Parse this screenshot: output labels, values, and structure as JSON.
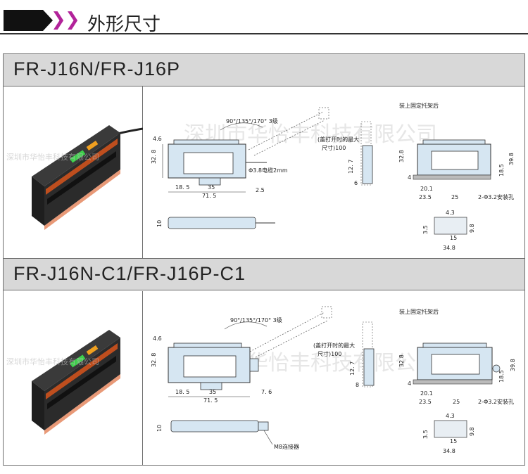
{
  "header": {
    "title": "外形尺寸",
    "chevrons": [
      "❯",
      "❯"
    ]
  },
  "products": [
    {
      "name": "FR-J16N/FR-J16P",
      "drawing": {
        "angle_note": "90°/135°/170° 3级",
        "cover_note_line1": "(盖打开时的最大",
        "cover_note_line2": "尺寸)100",
        "bracket_title": "装上固定托架后",
        "cable_note": "Φ3.8电缆2mm",
        "hole_note": "2-Φ3.2安装孔",
        "dims": {
          "top_4_6": "4.6",
          "left_32_8": "32. 8",
          "d_18_5": "18. 5",
          "d_35": "35",
          "d_71_5": "71. 5",
          "d_2_5": "2.5",
          "d_12_7": "12. 7",
          "d_6": "6",
          "side_10": "10",
          "r_32_8": "32.8",
          "r_18_5": "18.5",
          "r_39_8": "39.8",
          "r_4": "4",
          "r_20_1": "20.1",
          "r_23_5": "23.5",
          "r_25": "25",
          "b_4_3": "4.3",
          "b_3_5": "3.5",
          "b_9_8": "9.8",
          "b_15": "15",
          "b_34_8": "34.8"
        }
      },
      "watermark": "深圳市华怡丰科技有限公司"
    },
    {
      "name": "FR-J16N-C1/FR-J16P-C1",
      "drawing": {
        "angle_note": "90°/135°/170° 3级",
        "cover_note_line1": "(盖打开时的最大",
        "cover_note_line2": "尺寸)100",
        "bracket_title": "装上固定托架后",
        "connector_note": "M8连接器",
        "hole_note": "2-Φ3.2安装孔",
        "dims": {
          "top_4_6": "4.6",
          "left_32_8": "32. 8",
          "d_18_5": "18. 5",
          "d_35": "35",
          "d_71_5": "71. 5",
          "d_7_6": "7. 6",
          "d_12_7": "12. 7",
          "d_8": "8",
          "side_10": "10",
          "r_32_8": "32.8",
          "r_18_5": "18.5",
          "r_39_8": "39.8",
          "r_4": "4",
          "r_20_1": "20.1",
          "r_23_5": "23.5",
          "r_25": "25",
          "b_4_3": "4.3",
          "b_3_5": "3.5",
          "b_9_8": "9.8",
          "b_15": "15",
          "b_34_8": "34.8"
        }
      },
      "watermark": "深圳市华怡丰科技有限公司"
    }
  ],
  "colors": {
    "accent_chevron": "#b2239a",
    "row_title_bg": "#d8d8d8",
    "sensor_body": "#2a2a2a",
    "sensor_trim": "#d8551c",
    "display_green": "#3cd04a",
    "drawing_fill": "#d6e6f2"
  }
}
